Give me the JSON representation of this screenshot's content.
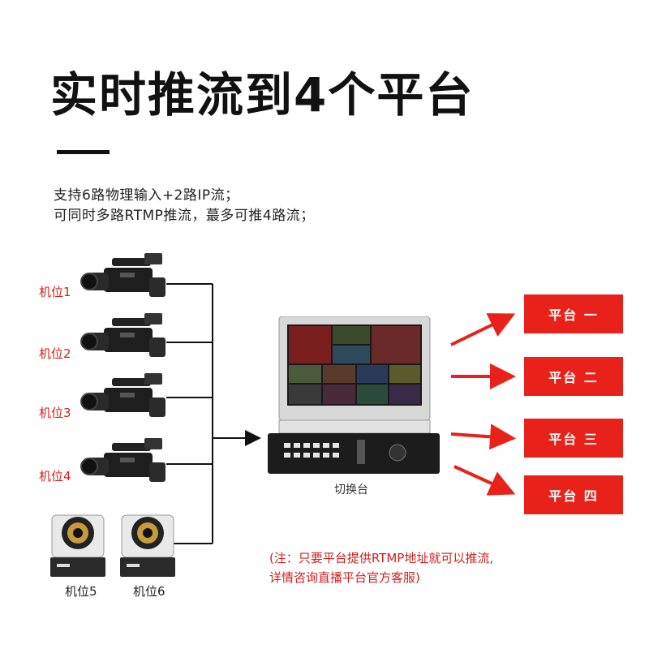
{
  "title": "实时推流到4个平台",
  "description": {
    "line1": "支持6路物理输入+2路IP流；",
    "line2": "可同时多路RTMP推流，蕞多可推4路流；"
  },
  "cameras": [
    {
      "label": "机位1"
    },
    {
      "label": "机位2"
    },
    {
      "label": "机位3"
    },
    {
      "label": "机位4"
    },
    {
      "label": "机位5"
    },
    {
      "label": "机位6"
    }
  ],
  "switcher_label": "切换台",
  "platforms": [
    {
      "label": "平台 一"
    },
    {
      "label": "平台 二"
    },
    {
      "label": "平台 三"
    },
    {
      "label": "平台 四"
    }
  ],
  "note": {
    "line1": "(注：只要平台提供RTMP地址就可以推流,",
    "line2": "详情咨询直播平台官方客服)"
  },
  "colors": {
    "accent": "#e8221a",
    "label_red": "#d0211c",
    "text": "#111111"
  }
}
